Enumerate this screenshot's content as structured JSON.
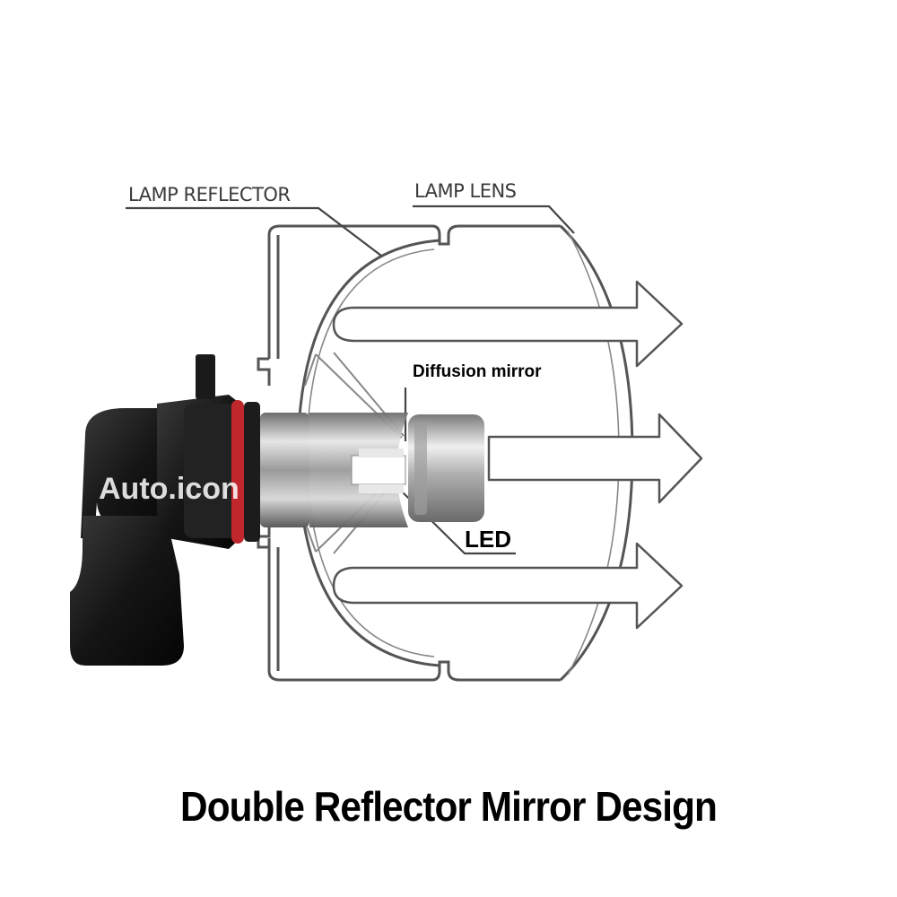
{
  "labels": {
    "lamp_reflector": "LAMP REFLECTOR",
    "lamp_lens": "LAMP LENS",
    "diffusion_mirror": "Diffusion mirror",
    "led": "LED"
  },
  "watermark": "Auto.icon",
  "caption": "Double Reflector Mirror Design",
  "colors": {
    "outline": "#555555",
    "arrow_fill": "#ffffff",
    "socket": "#1a1a1a",
    "oring": "#c0272d",
    "bulb_metal": "#b8b8b8",
    "text": "#000000"
  },
  "icons": {
    "bulb": "led-bulb-icon",
    "arrows": "light-beam-arrow-icon"
  }
}
